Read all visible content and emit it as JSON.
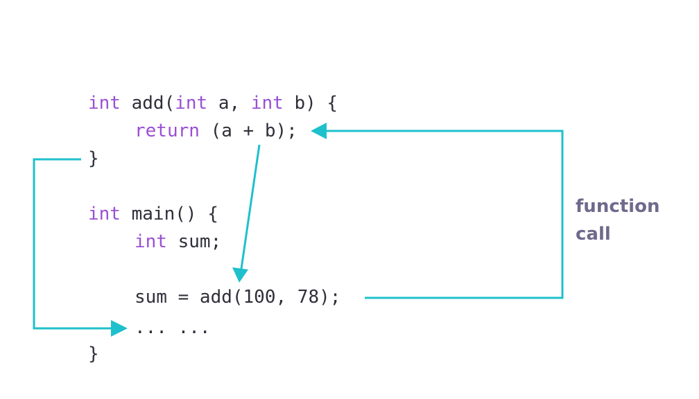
{
  "code": {
    "line1": {
      "kw1": "int",
      "t1": " add(",
      "kw2": "int",
      "t2": " a, ",
      "kw3": "int",
      "t3": " b) {"
    },
    "line2": {
      "kw1": "return",
      "t1": " (a + b);"
    },
    "line3": {
      "t1": "}"
    },
    "line4": {
      "kw1": "int",
      "t1": " main() {"
    },
    "line5": {
      "kw1": "int",
      "t1": " sum;"
    },
    "line6": {
      "t1": "sum = add(100, 78);"
    },
    "line7": {
      "t1": "... ..."
    },
    "line8": {
      "t1": "}"
    }
  },
  "annotation": {
    "line1": "function",
    "line2": "call"
  },
  "colors": {
    "keyword": "#9a4fd6",
    "code_text": "#2f2f3a",
    "arrow": "#1ec0cc",
    "annotation": "#6f6a8c"
  }
}
